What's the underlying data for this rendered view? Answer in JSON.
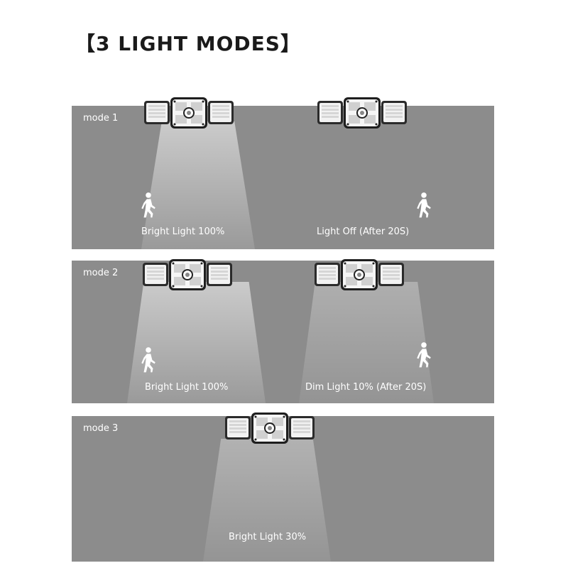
{
  "title": "【3 LIGHT MODES】",
  "modes": [
    {
      "label": "mode 1",
      "captions": [
        "Bright Light 100%",
        "Light Off (After 20S)"
      ]
    },
    {
      "label": "mode 2",
      "captions": [
        "Bright Light 100%",
        "Dim Light 10% (After 20S)"
      ]
    },
    {
      "label": "mode 3",
      "captions": [
        "Bright Light 30%"
      ]
    }
  ],
  "colors": {
    "panel": "#8c8c8c",
    "text": "#ffffff",
    "title": "#1a1a1a"
  },
  "icons": [
    "solar-lamp-icon",
    "walking-person-icon"
  ]
}
